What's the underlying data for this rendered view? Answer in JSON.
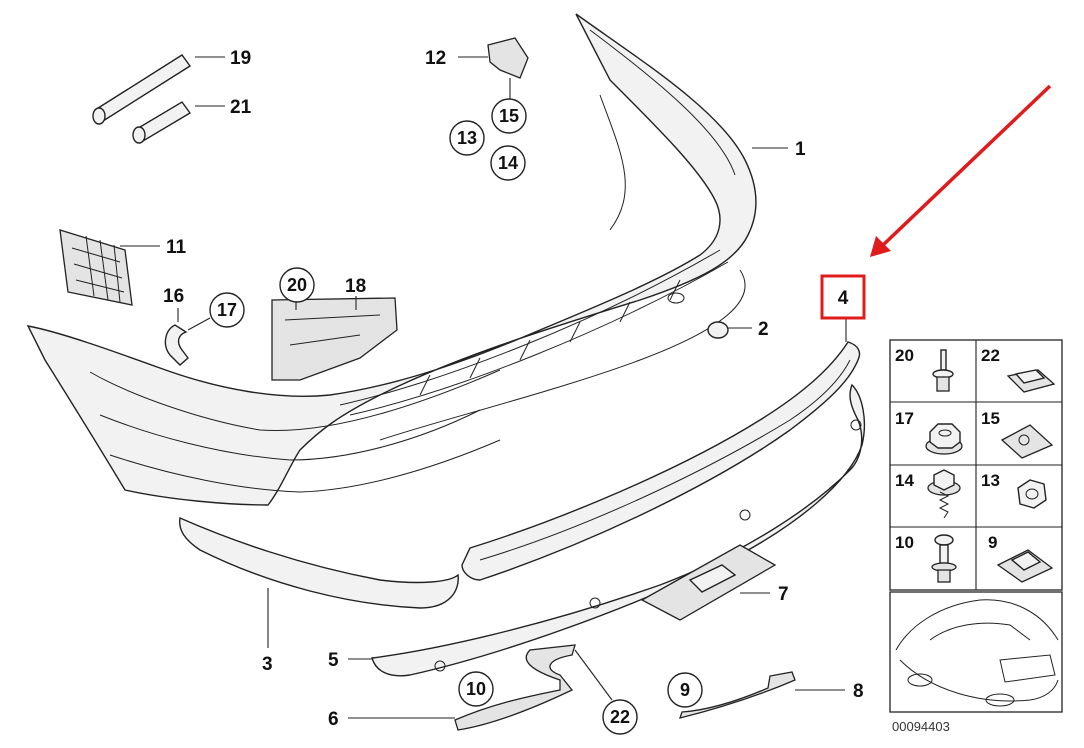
{
  "callouts": {
    "c1": "1",
    "c2": "2",
    "c3": "3",
    "c4": "4",
    "c5": "5",
    "c6": "6",
    "c7": "7",
    "c8": "8",
    "c9": "9",
    "c10": "10",
    "c11": "11",
    "c12": "12",
    "c13": "13",
    "c14": "14",
    "c15": "15",
    "c16": "16",
    "c17": "17",
    "c18": "18",
    "c19": "19",
    "c20": "20",
    "c21": "21",
    "c22": "22"
  },
  "fastener_table": {
    "cells": [
      "20",
      "22",
      "17",
      "15",
      "14",
      "13",
      "10",
      "9"
    ]
  },
  "reference_number": "00094403",
  "highlight": {
    "part": "4",
    "color": "#e01b1b"
  }
}
